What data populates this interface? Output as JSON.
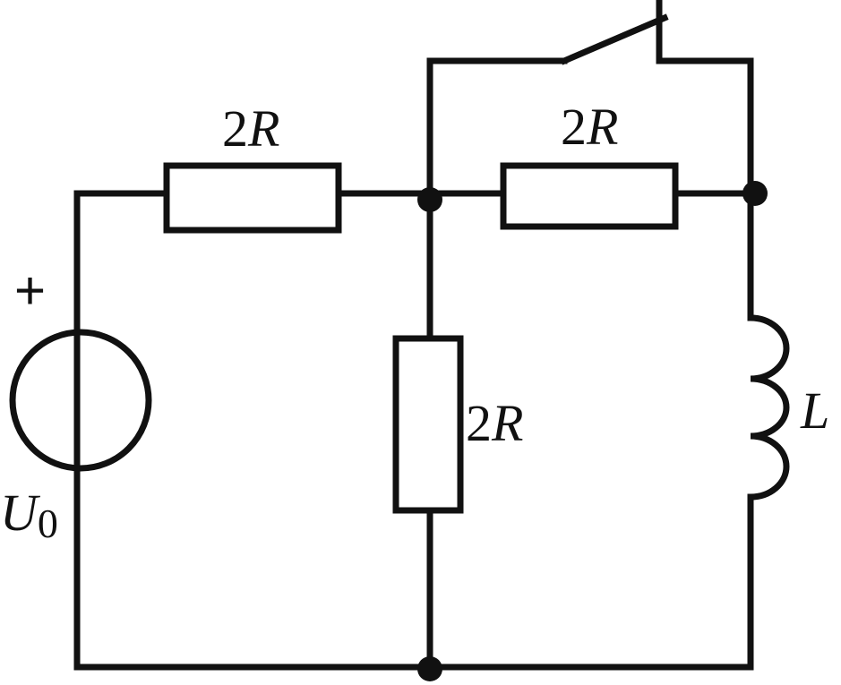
{
  "diagram": {
    "source": {
      "polarity": "+",
      "symbol": "U",
      "subscript": "0"
    },
    "resistors": {
      "top_left": {
        "coef": "2",
        "symbol": "R"
      },
      "top_right": {
        "coef": "2",
        "symbol": "R"
      },
      "middle": {
        "coef": "2",
        "symbol": "R"
      }
    },
    "inductor": {
      "symbol": "L"
    },
    "switch": {
      "state": "open"
    },
    "junction_nodes": 3
  }
}
